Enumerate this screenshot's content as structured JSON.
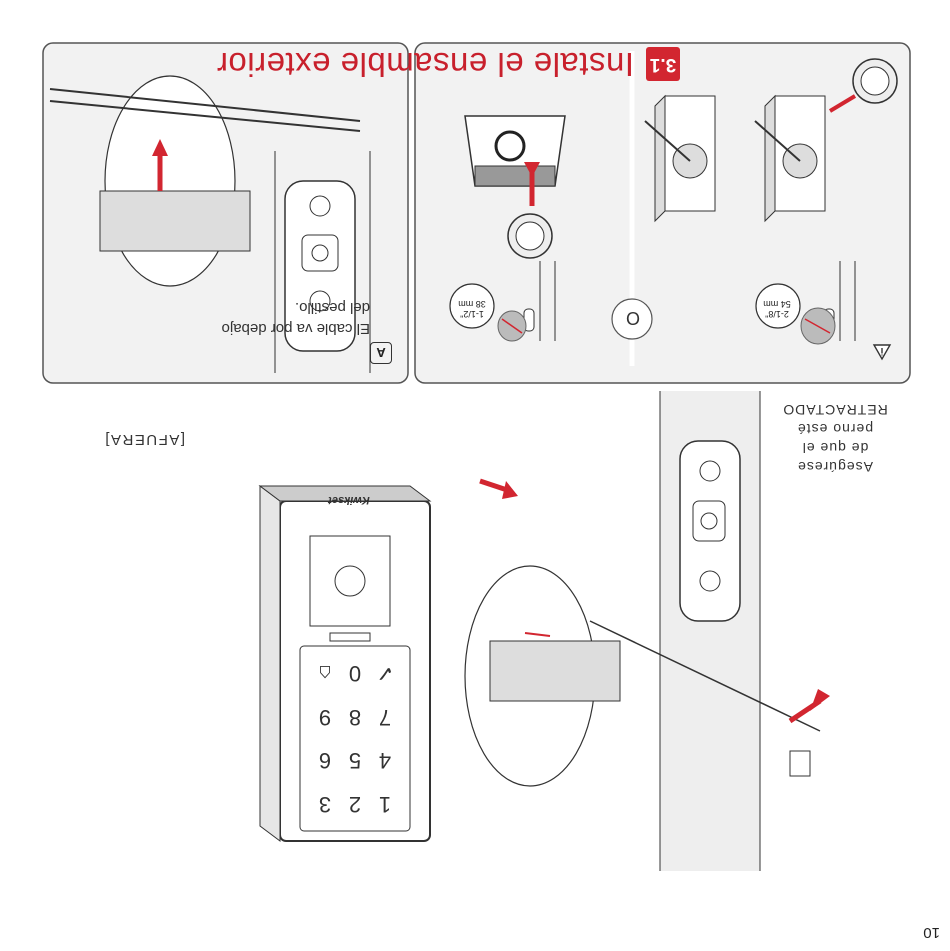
{
  "page_number": "10",
  "step": {
    "number": "3.1",
    "title": "Instale el ensamble exterior"
  },
  "label_outside": "[AFUERA]",
  "callout_retracted": [
    "Asegúrese",
    "de que el",
    "perno esté",
    "RETRACTADO"
  ],
  "panel_a": {
    "badge": "A",
    "lines": [
      "El cable va por debajo",
      "del pestillo."
    ]
  },
  "panel_info": {
    "or_label": "O",
    "dim_large": [
      "2-1/8\"",
      "54 mm"
    ],
    "dim_small": [
      "1-1/2\"",
      "38 mm"
    ]
  },
  "brand": "Kwikset",
  "keypad_keys": [
    "1",
    "2",
    "3",
    "4",
    "5",
    "6",
    "7",
    "8",
    "9",
    "✓",
    "0",
    "⌂"
  ],
  "colors": {
    "accent": "#d22630",
    "panel_border": "#555555",
    "line": "#333333"
  }
}
